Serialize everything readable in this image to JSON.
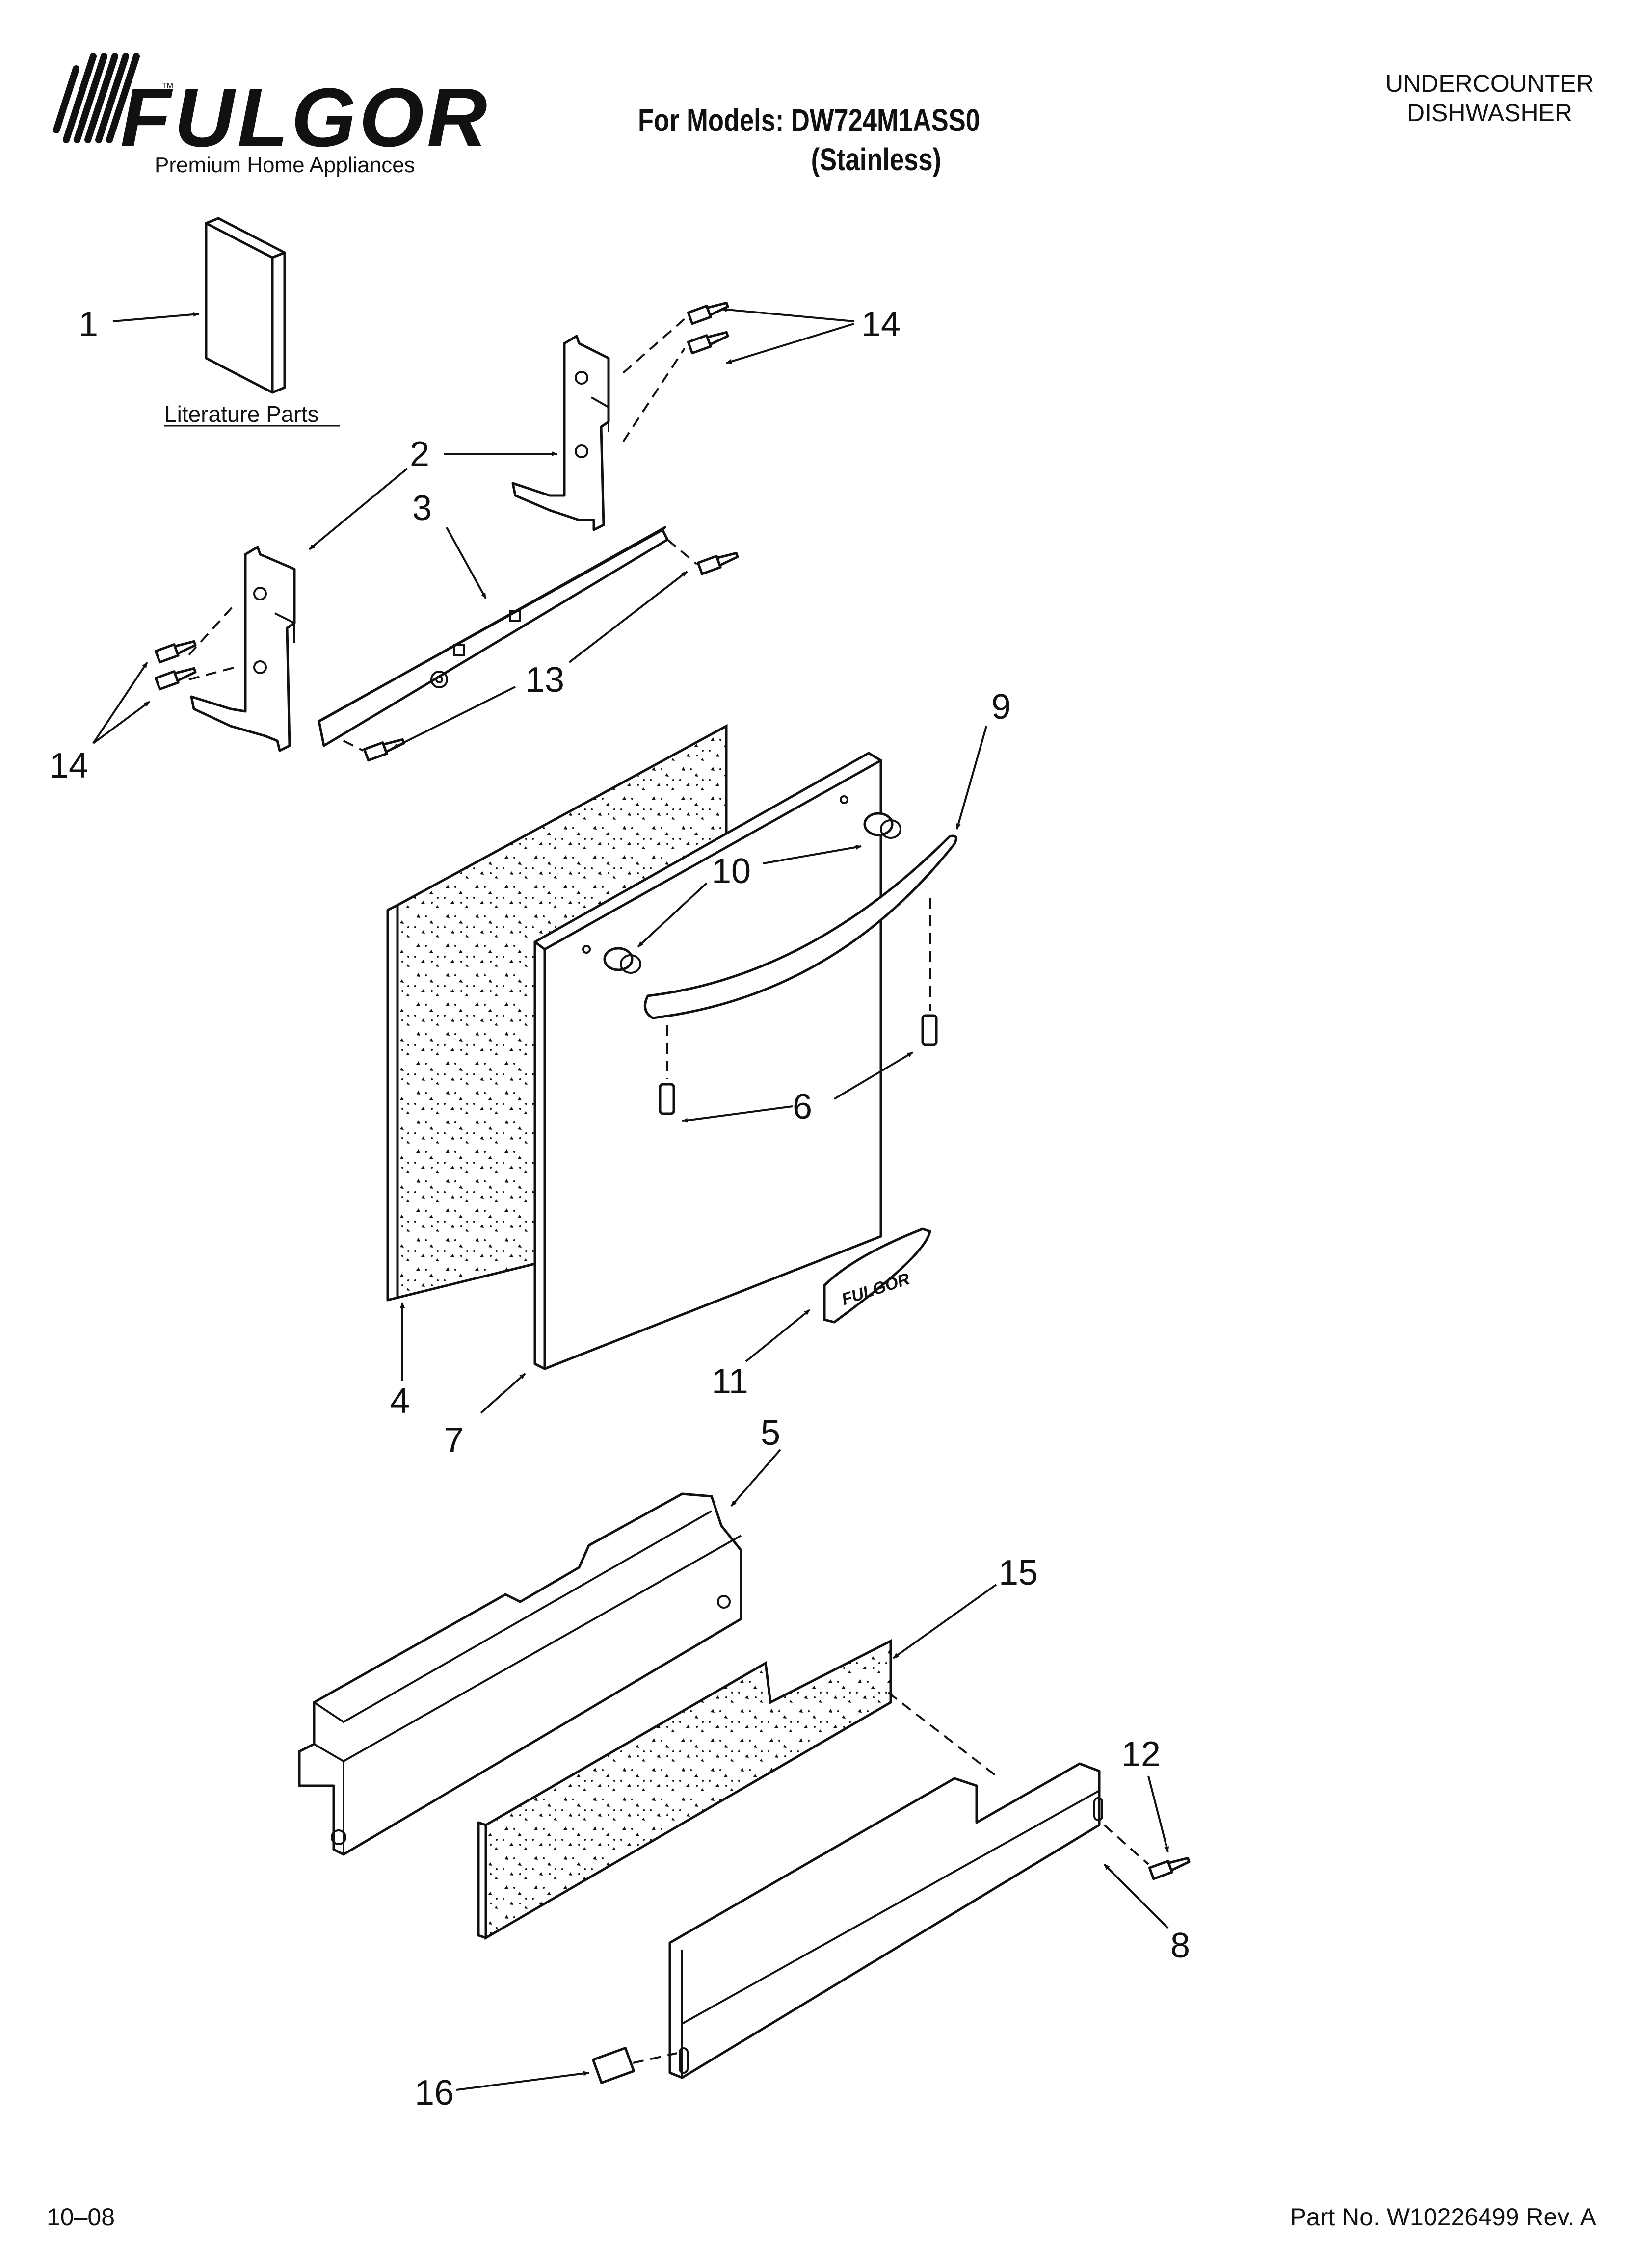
{
  "header": {
    "brand": "FULGOR",
    "brand_tagline": "Premium Home Appliances",
    "trademark": "TM",
    "models_line": "For Models: DW724M1ASS0",
    "models_finish": "(Stainless)",
    "product_line1": "UNDERCOUNTER",
    "product_line2": "DISHWASHER"
  },
  "diagram": {
    "literature_label": "Literature Parts",
    "badge_text": "FULGOR",
    "callouts": [
      "1",
      "2",
      "3",
      "14",
      "14",
      "13",
      "4",
      "9",
      "10",
      "6",
      "7",
      "11",
      "5",
      "15",
      "12",
      "8",
      "16"
    ]
  },
  "footer": {
    "date": "10–08",
    "part_number": "Part No. W10226499 Rev. A"
  },
  "colors": {
    "ink": "#111111",
    "paper": "#ffffff"
  }
}
